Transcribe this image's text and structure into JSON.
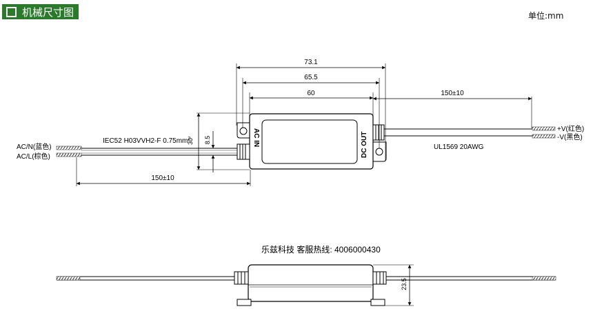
{
  "header": {
    "title": "机械尺寸图",
    "unit": "单位:mm"
  },
  "top_view": {
    "dim_overall": "73.1",
    "dim_mount": "65.5",
    "dim_body": "60",
    "dim_out_cable": "150±10",
    "dim_in_cable": "150±10",
    "dim_height": "30",
    "dim_pitch": "8.5",
    "input_cable_spec": "IEC52 H03VVH2-F  0.75mm",
    "input_cable_sup": "2",
    "output_cable_spec": "UL1569  20AWG",
    "ac_in_label": "AC IN",
    "dc_out_label": "DC OUT",
    "wire_acn": "AC/N(蓝色)",
    "wire_acl": "AC/L(棕色)",
    "wire_vplus": "+V(红色)",
    "wire_vminus": "-V(黑色)"
  },
  "side_view": {
    "hotline": "乐兹科技 客服热线: 4006000430",
    "dim_thickness": "23.5"
  }
}
